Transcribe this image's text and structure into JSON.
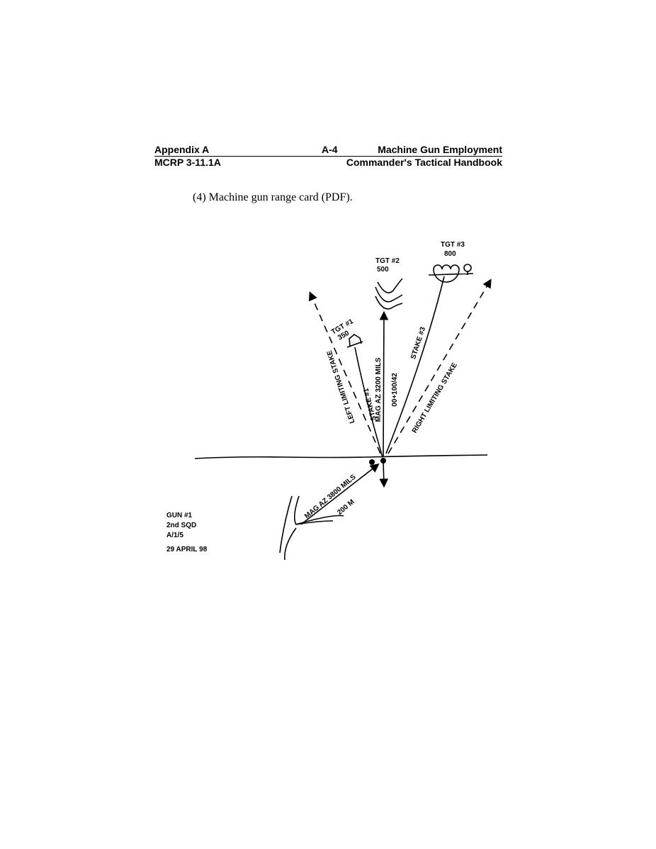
{
  "header": {
    "left_top": "Appendix A",
    "page_number": "A-4",
    "right_top": "Machine Gun Employment",
    "left_bottom": "MCRP 3-11.1A",
    "right_bottom": "Commander's Tactical Handbook"
  },
  "caption": "(4)  Machine gun range card (PDF).",
  "sketch": {
    "tgt1": {
      "label": "TGT #1",
      "range": "350"
    },
    "tgt2": {
      "label": "TGT #2",
      "range": "500"
    },
    "tgt3": {
      "label": "TGT #3",
      "range": "800"
    },
    "left_limit": "LEFT LIMITING STAKE",
    "stake1": "STAKE #1",
    "center_az": "MAG AZ 3200 MILS",
    "center_data": "00+100/42",
    "stake3": "STAKE #3",
    "right_limit": "RIGHT LIMITING STAKE",
    "ref_az": "MAG AZ 3800 MILS",
    "ref_dist": "200 M",
    "gun_info": [
      "GUN #1",
      "2nd SQD",
      "A/1/5",
      "29 APRIL 98"
    ]
  }
}
